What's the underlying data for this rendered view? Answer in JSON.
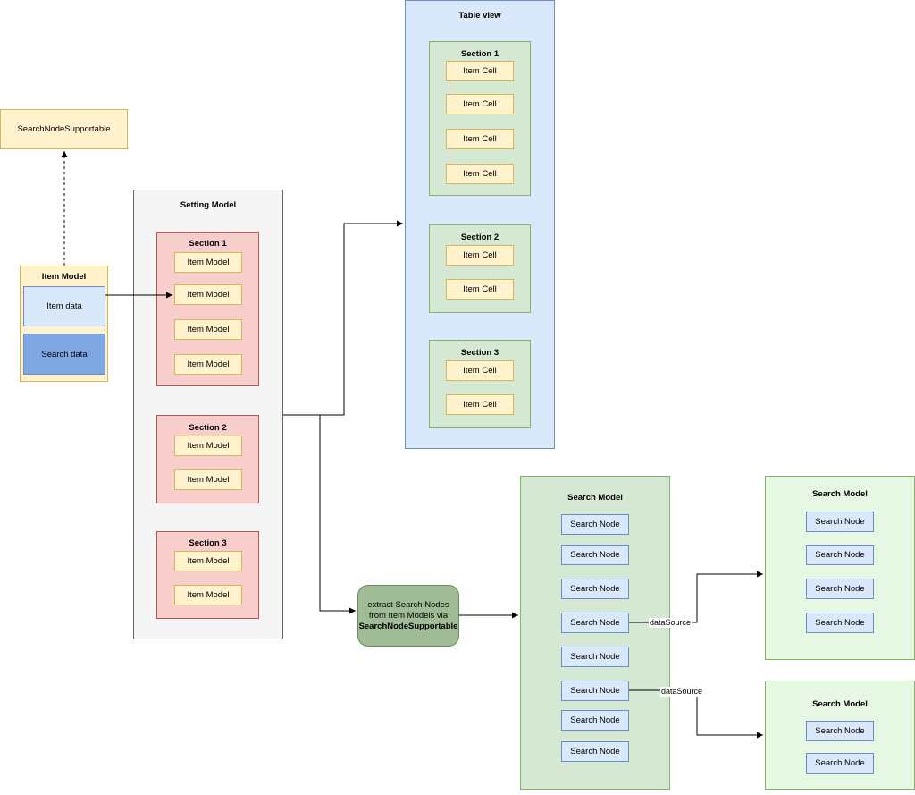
{
  "protocol_box": {
    "label": "SearchNodeSupportable"
  },
  "item_model": {
    "title": "Item Model",
    "item_data": "Item data",
    "search_data": "Search data"
  },
  "setting_model": {
    "title": "Setting Model",
    "sections": [
      {
        "title": "Section 1",
        "items": [
          "Item Model",
          "Item Model",
          "Item Model",
          "Item Model"
        ]
      },
      {
        "title": "Section 2",
        "items": [
          "Item Model",
          "Item Model"
        ]
      },
      {
        "title": "Section 3",
        "items": [
          "Item Model",
          "Item Model"
        ]
      }
    ]
  },
  "table_view": {
    "title": "Table view",
    "sections": [
      {
        "title": "Section 1",
        "cells": [
          "Item Cell",
          "Item Cell",
          "Item Cell",
          "Item Cell"
        ]
      },
      {
        "title": "Section 2",
        "cells": [
          "Item Cell",
          "Item Cell"
        ]
      },
      {
        "title": "Section 3",
        "cells": [
          "Item Cell",
          "Item Cell"
        ]
      }
    ]
  },
  "extract_step": {
    "line1": "extract Search Nodes",
    "line2": "from Item Models via",
    "line3": "SearchNodeSupportable"
  },
  "search_model_main": {
    "title": "Search Model",
    "nodes": [
      "Search Node",
      "Search Node",
      "Search Node",
      "Search Node",
      "Search Node",
      "Search Node",
      "Search Node",
      "Search Node"
    ]
  },
  "search_model_child1": {
    "title": "Search Model",
    "nodes": [
      "Search Node",
      "Search Node",
      "Search Node",
      "Search Node"
    ]
  },
  "search_model_child2": {
    "title": "Search Model",
    "nodes": [
      "Search Node",
      "Search Node"
    ]
  },
  "edge_labels": {
    "data_source_1": "dataSource",
    "data_source_2": "dataSource"
  }
}
